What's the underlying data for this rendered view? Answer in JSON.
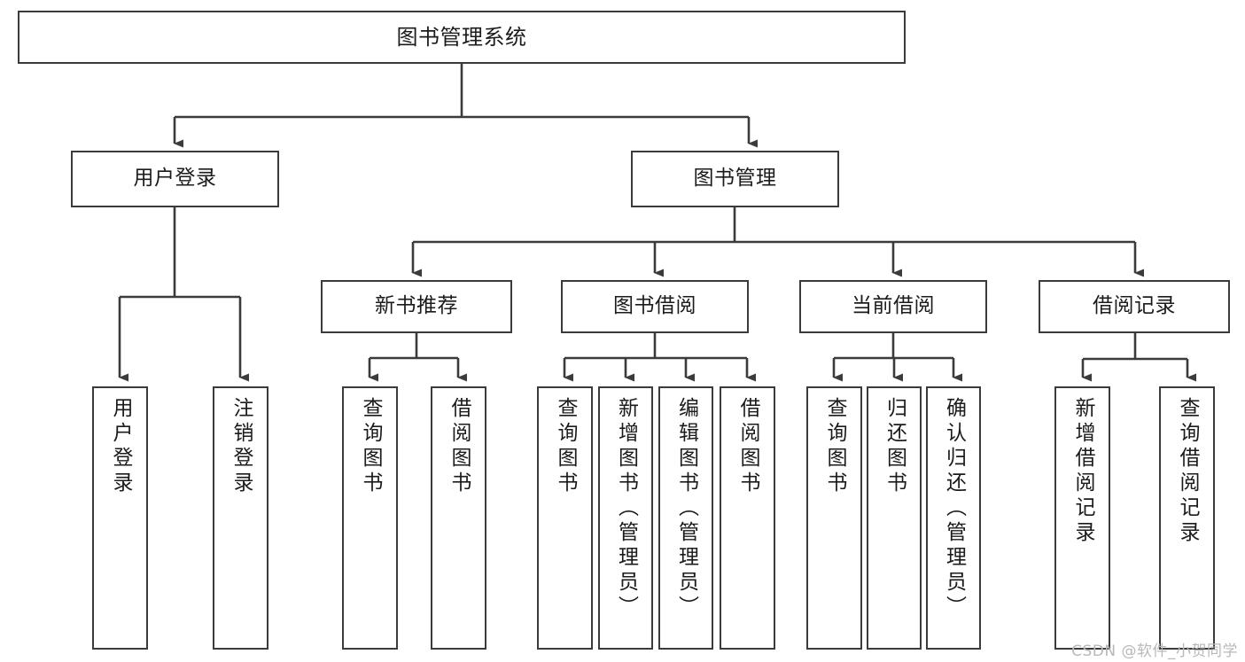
{
  "diagram": {
    "title": "图书管理系统",
    "type": "tree-hierarchy-chart",
    "watermark": "CSDN @软件_小贺同学",
    "colors": {
      "border": "#3b3b3b",
      "background": "#ffffff",
      "text": "#1b1b1b",
      "edge": "#3b3b3b",
      "watermark": "#b8b8b8"
    },
    "nodes": {
      "root": {
        "label": "图书管理系统"
      },
      "level2": [
        {
          "label": "用户登录"
        },
        {
          "label": "图书管理"
        }
      ],
      "level3": [
        {
          "label": "新书推荐"
        },
        {
          "label": "图书借阅"
        },
        {
          "label": "当前借阅"
        },
        {
          "label": "借阅记录"
        }
      ],
      "leaves_user_login": [
        {
          "label": "用户登录"
        },
        {
          "label": "注销登录"
        }
      ],
      "leaves_new_books": [
        {
          "label": "查询图书"
        },
        {
          "label": "借阅图书"
        }
      ],
      "leaves_borrow": [
        {
          "label": "查询图书"
        },
        {
          "label": "新增图书（管理员）"
        },
        {
          "label": "编辑图书（管理员）"
        },
        {
          "label": "借阅图书"
        }
      ],
      "leaves_current": [
        {
          "label": "查询图书"
        },
        {
          "label": "归还图书"
        },
        {
          "label": "确认归还（管理员）"
        }
      ],
      "leaves_records": [
        {
          "label": "新增借阅记录"
        },
        {
          "label": "查询借阅记录"
        }
      ]
    }
  }
}
